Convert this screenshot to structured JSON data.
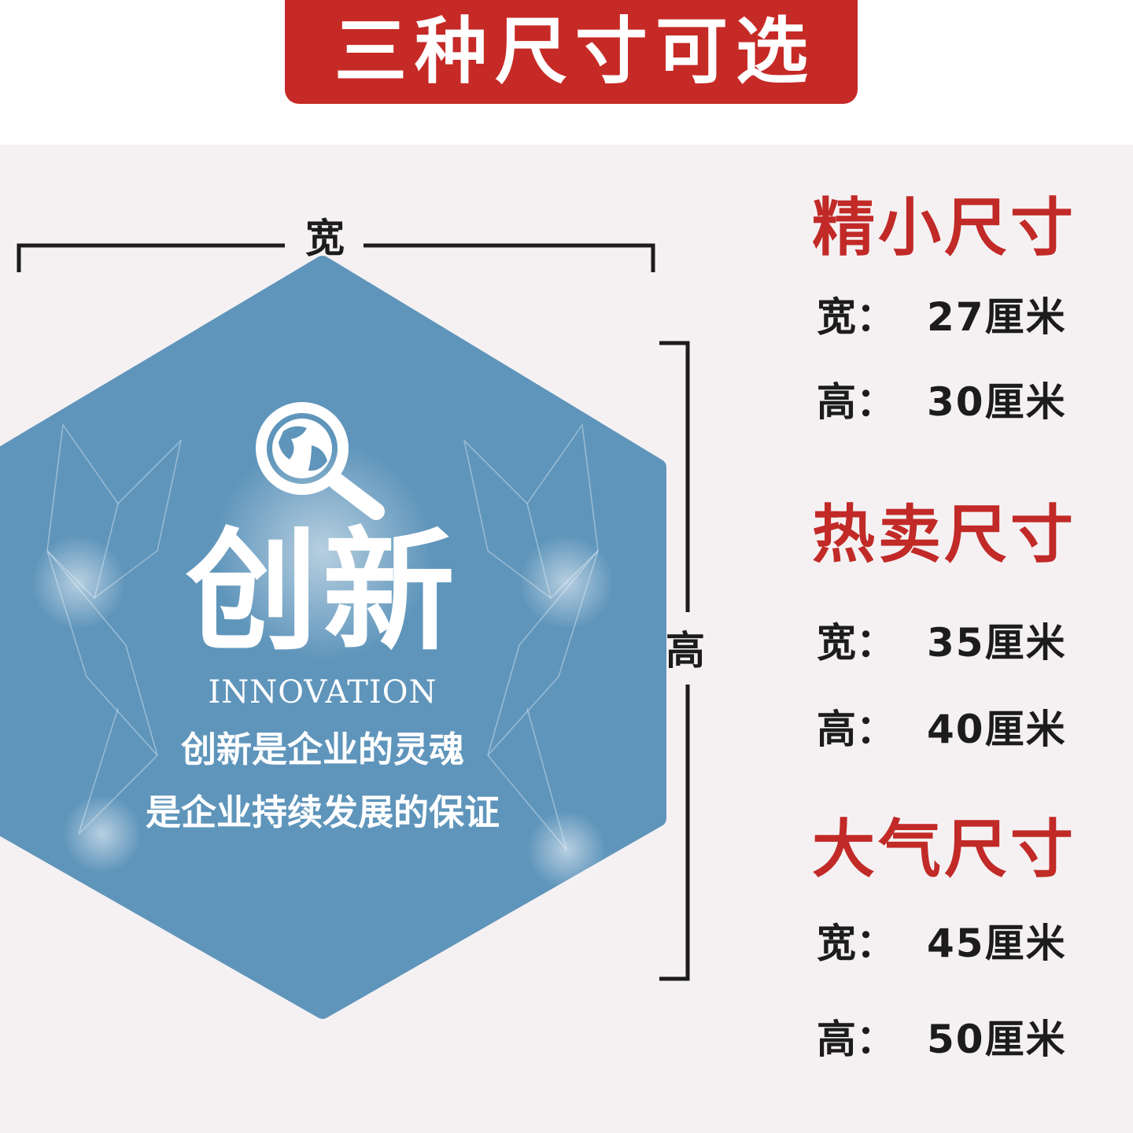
{
  "title": "三种尺寸可选",
  "dimension_labels": {
    "width": "宽",
    "height": "高"
  },
  "sign": {
    "title": "创新",
    "subtitle": "INNOVATION",
    "line1": "创新是企业的灵魂",
    "line2": "是企业持续发展的保证",
    "icon": "globe-magnifier-icon"
  },
  "sizes": [
    {
      "heading": "精小尺寸",
      "width_label": "宽：",
      "width_value": "27厘米",
      "height_label": "高：",
      "height_value": "30厘米"
    },
    {
      "heading": "热卖尺寸",
      "width_label": "宽：",
      "width_value": "35厘米",
      "height_label": "高：",
      "height_value": "40厘米"
    },
    {
      "heading": "大气尺寸",
      "width_label": "宽：",
      "width_value": "45厘米",
      "height_label": "高：",
      "height_value": "50厘米"
    }
  ],
  "colors": {
    "banner": "#c62a26",
    "heading": "#c12a27",
    "sign_fill": "#5f95bb",
    "background": "#f5f1f3",
    "text": "#1c1c1c"
  }
}
